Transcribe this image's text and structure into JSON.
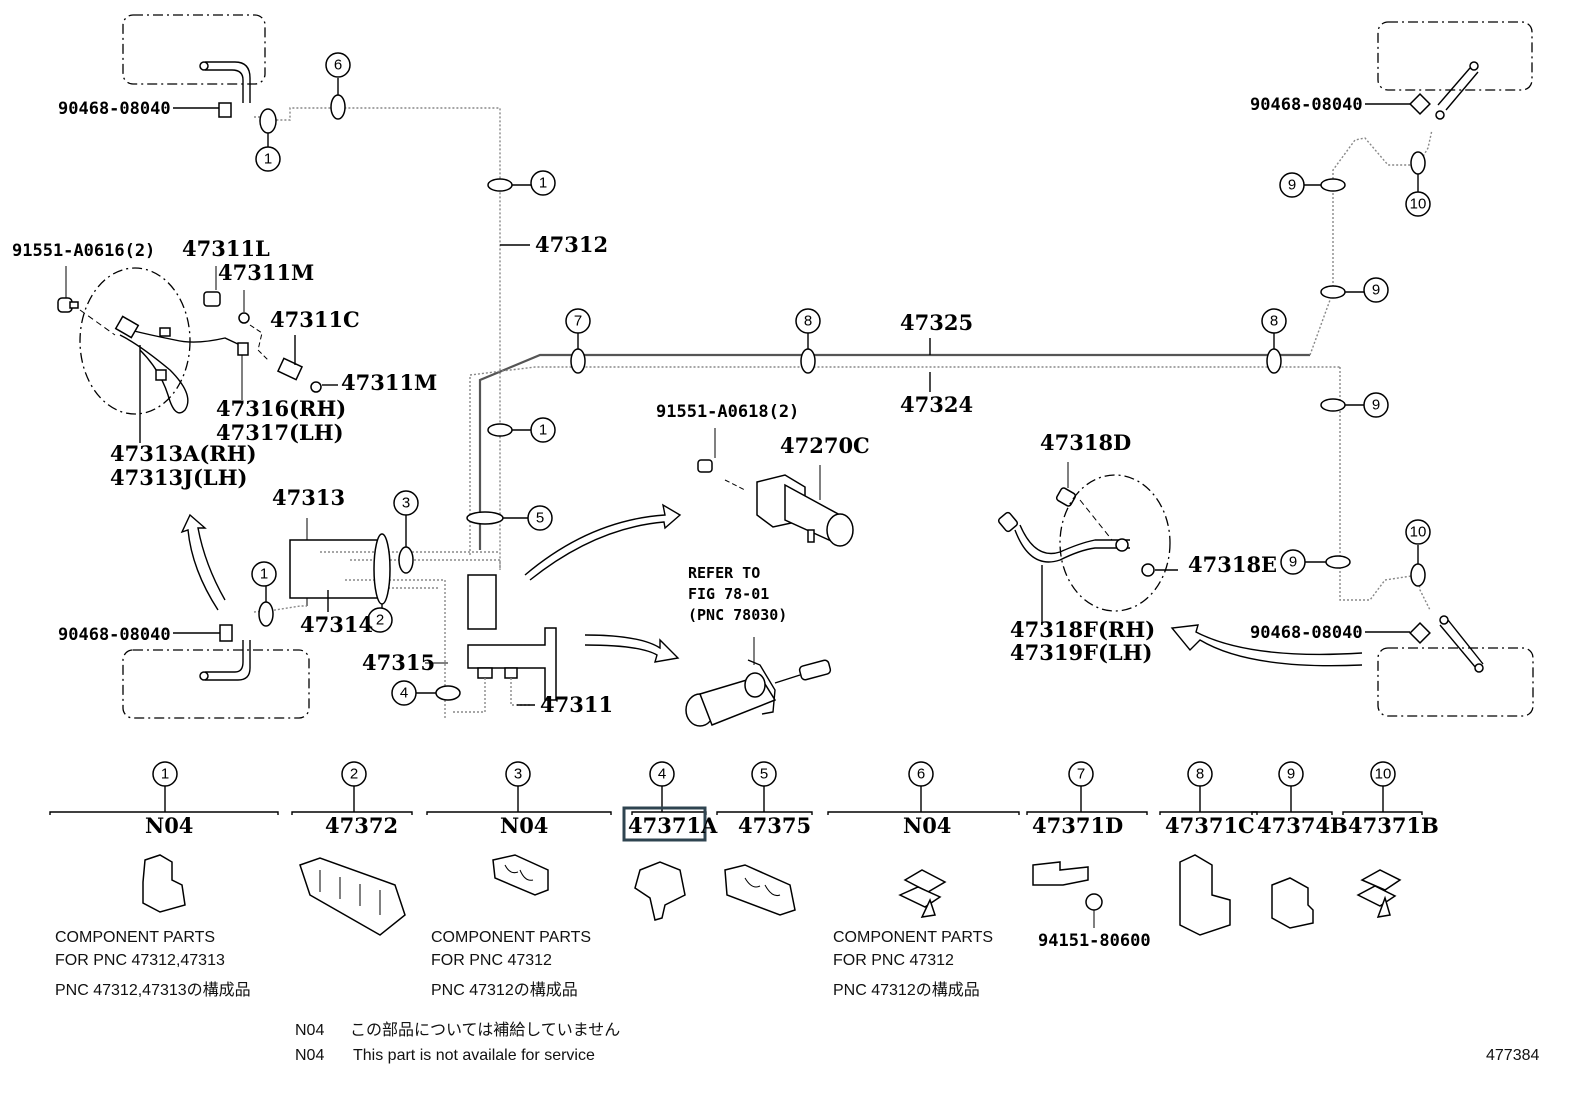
{
  "diagram": {
    "figure_id": "477384",
    "callouts": {
      "c1": "1",
      "c2": "2",
      "c3": "3",
      "c4": "4",
      "c5": "5",
      "c6": "6",
      "c7": "7",
      "c8": "8",
      "c9": "9",
      "c10": "10"
    },
    "parts": {
      "p90468_top_left": "90468-08040",
      "p90468_bottom_left": "90468-08040",
      "p90468_top_right": "90468-08040",
      "p90468_bottom_right": "90468-08040",
      "p47312": "47312",
      "p91551_a0616": "91551-A0616(2)",
      "p47311L": "47311L",
      "p47311M_a": "47311M",
      "p47311C": "47311C",
      "p47311M_b": "47311M",
      "p47316": "47316(RH)",
      "p47317": "47317(LH)",
      "p47313A": "47313A(RH)",
      "p47313J": "47313J(LH)",
      "p47313": "47313",
      "p47314": "47314",
      "p47315": "47315",
      "p47311": "47311",
      "p47325": "47325",
      "p47324": "47324",
      "p91551_a0618": "91551-A0618(2)",
      "p47270C": "47270C",
      "p47318D": "47318D",
      "p47318E": "47318E",
      "p47318F": "47318F(RH)",
      "p47319F": "47319F(LH)"
    },
    "refer": {
      "line1": "REFER TO",
      "line2": "FIG 78-01",
      "line3": "(PNC 78030)"
    },
    "legend_items": [
      {
        "callout": "1",
        "part": "N04",
        "note1": "COMPONENT PARTS",
        "note2": "FOR PNC 47312,47313",
        "note3": "PNC 47312,47313の構成品"
      },
      {
        "callout": "2",
        "part": "47372"
      },
      {
        "callout": "3",
        "part": "N04",
        "note1": "COMPONENT PARTS",
        "note2": "FOR PNC 47312",
        "note3": "PNC 47312の構成品"
      },
      {
        "callout": "4",
        "part": "47371A",
        "highlighted": true
      },
      {
        "callout": "5",
        "part": "47375"
      },
      {
        "callout": "6",
        "part": "N04",
        "note1": "COMPONENT PARTS",
        "note2": "FOR PNC 47312",
        "note3": "PNC 47312の構成品"
      },
      {
        "callout": "7",
        "part": "47371D",
        "sub_part": "94151-80600"
      },
      {
        "callout": "8",
        "part": "47371C"
      },
      {
        "callout": "9",
        "part": "47374B"
      },
      {
        "callout": "10",
        "part": "47371B"
      }
    ],
    "footnote": {
      "code1": "N04",
      "text_jp": "この部品については補給していません",
      "code2": "N04",
      "text_en": "This part is not availale for service"
    },
    "colors": {
      "highlight": "#2f4450"
    }
  }
}
